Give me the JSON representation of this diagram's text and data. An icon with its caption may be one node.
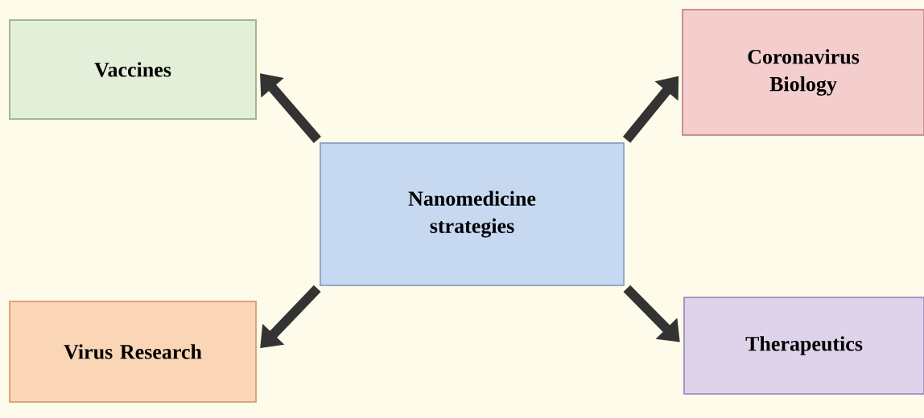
{
  "diagram": {
    "nodes": [
      {
        "text": [
          "Vaccines"
        ]
      },
      {
        "text": [
          "Coronavirus Biology"
        ]
      },
      {
        "text": [
          "Nanomedicine strategies"
        ]
      },
      {
        "text": [
          "Virus Research"
        ]
      },
      {
        "text": [
          "Therapeutics"
        ]
      }
    ],
    "edges": [
      {
        "from": 2,
        "to": 0,
        "arrow": "to"
      },
      {
        "from": 2,
        "to": 1,
        "arrow": "to"
      },
      {
        "from": 2,
        "to": 3,
        "arrow": "to"
      },
      {
        "from": 2,
        "to": 4,
        "arrow": "to"
      }
    ]
  }
}
